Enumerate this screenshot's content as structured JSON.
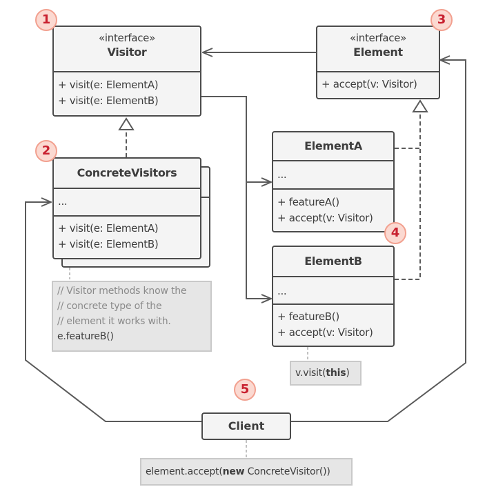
{
  "diagram": {
    "type": "UML class diagram",
    "pattern": "Visitor"
  },
  "badges": [
    "1",
    "2",
    "3",
    "4",
    "5"
  ],
  "visitor": {
    "stereotype": "«interface»",
    "name": "Visitor",
    "methods": [
      "+ visit(e: ElementA)",
      "+ visit(e: ElementB)"
    ]
  },
  "element": {
    "stereotype": "«interface»",
    "name": "Element",
    "methods": [
      "+ accept(v: Visitor)"
    ]
  },
  "concrete_visitors": {
    "name": "ConcreteVisitors",
    "fields": [
      "..."
    ],
    "methods": [
      "+ visit(e: ElementA)",
      "+ visit(e: ElementB)"
    ]
  },
  "element_a": {
    "name": "ElementA",
    "fields": [
      "..."
    ],
    "methods": [
      "+ featureA()",
      "+ accept(v: Visitor)"
    ]
  },
  "element_b": {
    "name": "ElementB",
    "fields": [
      "..."
    ],
    "methods": [
      "+ featureB()",
      "+ accept(v: Visitor)"
    ]
  },
  "client": {
    "name": "Client"
  },
  "notes": {
    "visitor_note": {
      "comments": [
        "// Visitor methods know the",
        "// concrete type of the",
        "// element it works with."
      ],
      "code": "e.featureB()"
    },
    "element_b_note": {
      "prefix": "v.visit(",
      "keyword": "this",
      "suffix": ")"
    },
    "client_note": {
      "prefix": "element.accept(",
      "keyword": "new",
      "suffix": " ConcreteVisitor())"
    }
  },
  "relations": [
    {
      "from": "Element",
      "to": "Visitor",
      "kind": "dependency"
    },
    {
      "from": "Visitor",
      "to": "ElementA",
      "kind": "dependency"
    },
    {
      "from": "Visitor",
      "to": "ElementB",
      "kind": "dependency"
    },
    {
      "from": "ConcreteVisitors",
      "to": "Visitor",
      "kind": "realization"
    },
    {
      "from": "ElementA",
      "to": "Element",
      "kind": "realization"
    },
    {
      "from": "ElementB",
      "to": "Element",
      "kind": "realization"
    },
    {
      "from": "Client",
      "to": "ConcreteVisitors",
      "kind": "association"
    },
    {
      "from": "Client",
      "to": "Element",
      "kind": "association"
    }
  ],
  "colors": {
    "line": "#5a5a5a",
    "box_fill": "#f4f4f4",
    "box_border": "#4b4b4b",
    "note_fill": "#e6e6e6",
    "badge_fill": "#fbd9d1",
    "badge_border": "#f2a08f",
    "badge_text": "#c8202f"
  }
}
